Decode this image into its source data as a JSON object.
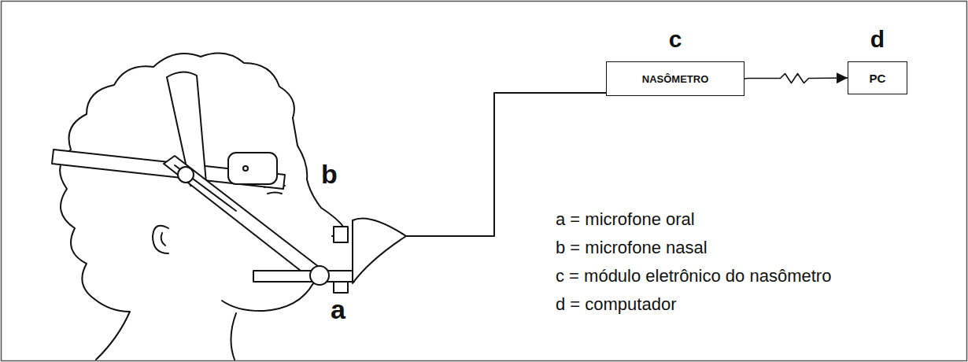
{
  "diagram": {
    "nodes": [
      {
        "text": [
          "c",
          "NASÔMETRO"
        ]
      },
      {
        "text": [
          "d",
          "PC"
        ]
      }
    ],
    "edges": [
      {
        "from": 0,
        "to": 1,
        "arrow": "to"
      }
    ],
    "labels": [
      "a",
      "b",
      "a = microfone oral",
      "b = microfone nasal",
      "c = módulo eletrônico do nasômetro",
      "d = computador"
    ]
  }
}
